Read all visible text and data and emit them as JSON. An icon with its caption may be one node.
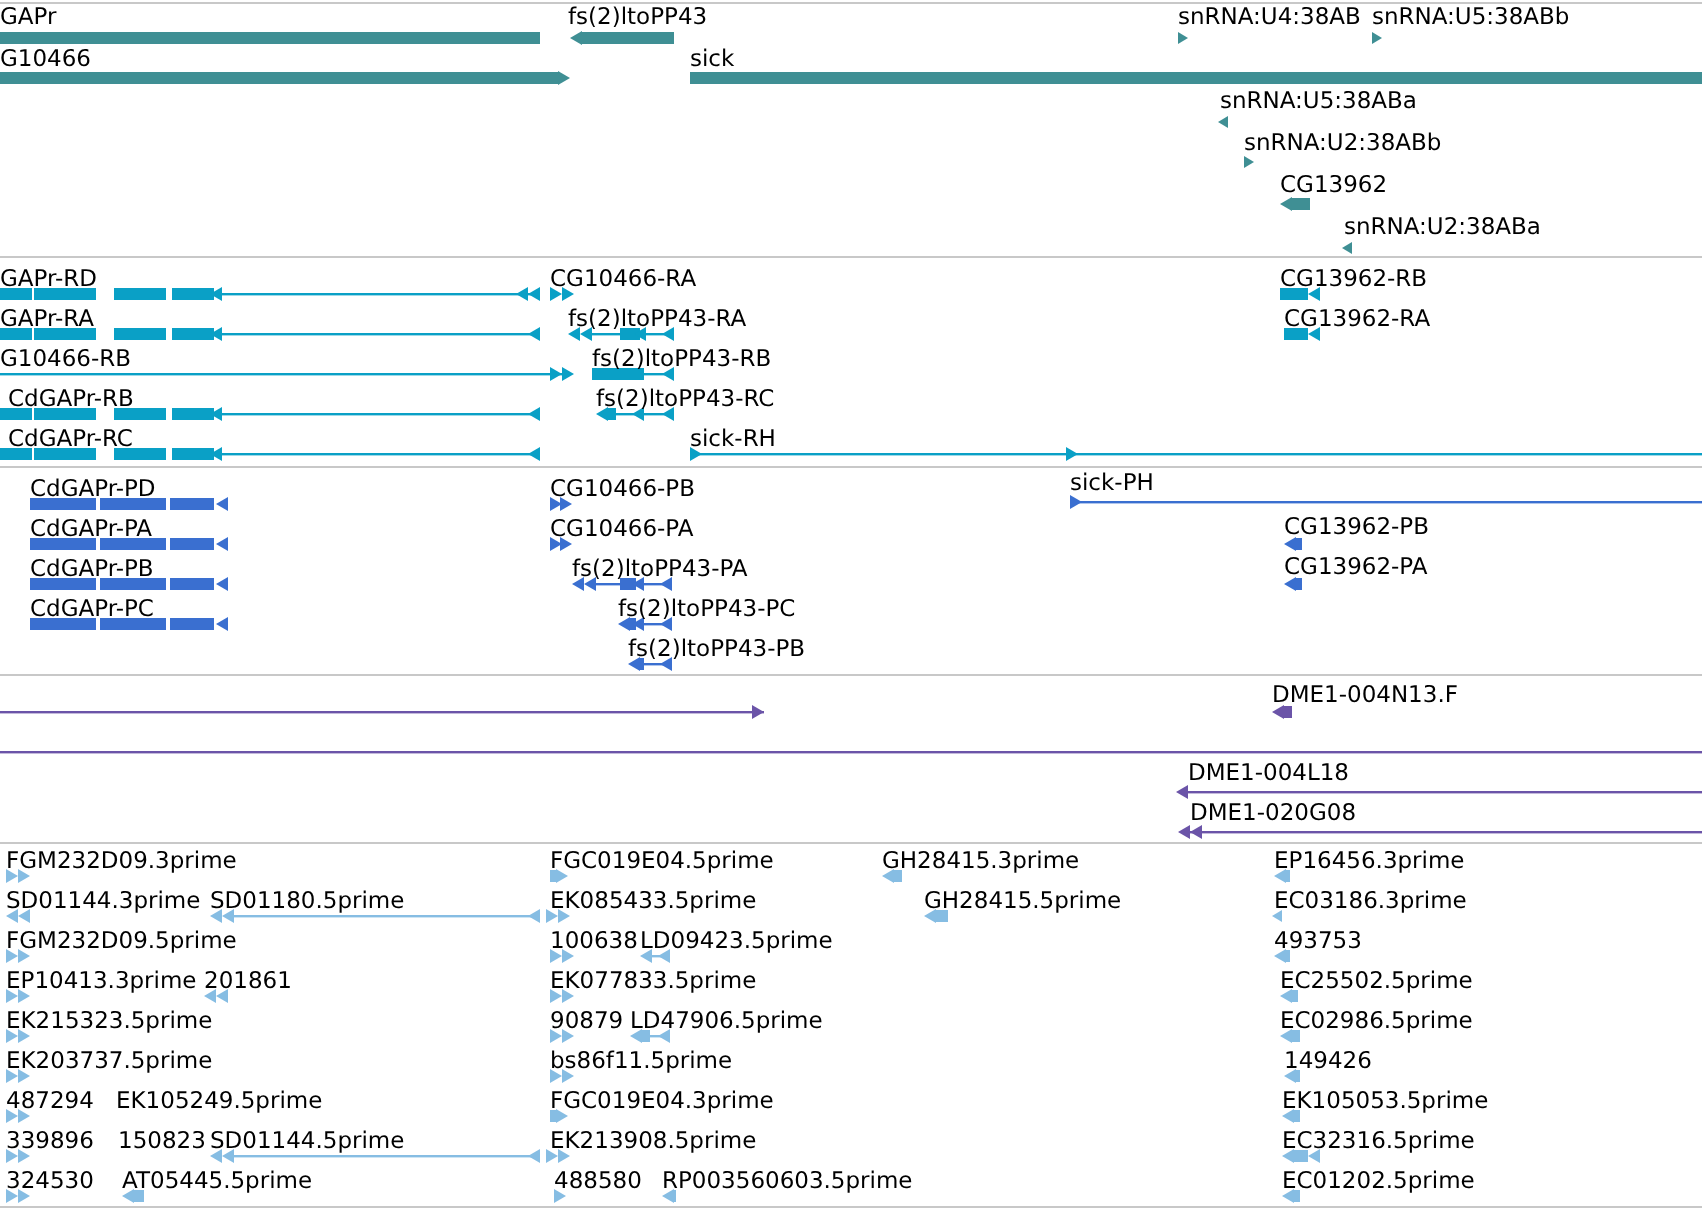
{
  "diagram": {
    "labels": [
      "GAPr",
      "fs(2)ltoPP43",
      "snRNA:U4:38AB",
      "snRNA:U5:38ABb",
      "G10466",
      "sick",
      "snRNA:U5:38ABa",
      "snRNA:U2:38ABb",
      "CG13962",
      "snRNA:U2:38ABa",
      "GAPr-RD",
      "CG10466-RA",
      "GAPr-RA",
      "fs(2)ltoPP43-RA",
      "G10466-RB",
      "fs(2)ltoPP43-RB",
      "CdGAPr-RB",
      "fs(2)ltoPP43-RC",
      "CdGAPr-RC",
      "sick-RH",
      "CG13962-RB",
      "CG13962-RA",
      "CdGAPr-PD",
      "CG10466-PB",
      "sick-PH",
      "CdGAPr-PA",
      "CG10466-PA",
      "CG13962-PB",
      "CdGAPr-PB",
      "fs(2)ltoPP43-PA",
      "CG13962-PA",
      "CdGAPr-PC",
      "fs(2)ltoPP43-PC",
      "fs(2)ltoPP43-PB",
      "DME1-004N13.F",
      "DME1-004L18",
      "DME1-020G08",
      "FGM232D09.3prime",
      "FGC019E04.5prime",
      "GH28415.3prime",
      "EP16456.3prime",
      "SD01144.3prime",
      "SD01180.5prime",
      "EK085433.5prime",
      "GH28415.5prime",
      "EC03186.3prime",
      "FGM232D09.5prime",
      "100638",
      "LD09423.5prime",
      "493753",
      "EP10413.3prime",
      "201861",
      "EK077833.5prime",
      "EC25502.5prime",
      "EK215323.5prime",
      "90879",
      "LD47906.5prime",
      "EC02986.5prime",
      "EK203737.5prime",
      "bs86f11.5prime",
      "149426",
      "487294",
      "EK105249.5prime",
      "FGC019E04.3prime",
      "EK105053.5prime",
      "339896",
      "150823",
      "SD01144.5prime",
      "EK213908.5prime",
      "EC32316.5prime",
      "324530",
      "AT05445.5prime",
      "488580",
      "RP003560603.5prime",
      "EC01202.5prime"
    ]
  }
}
